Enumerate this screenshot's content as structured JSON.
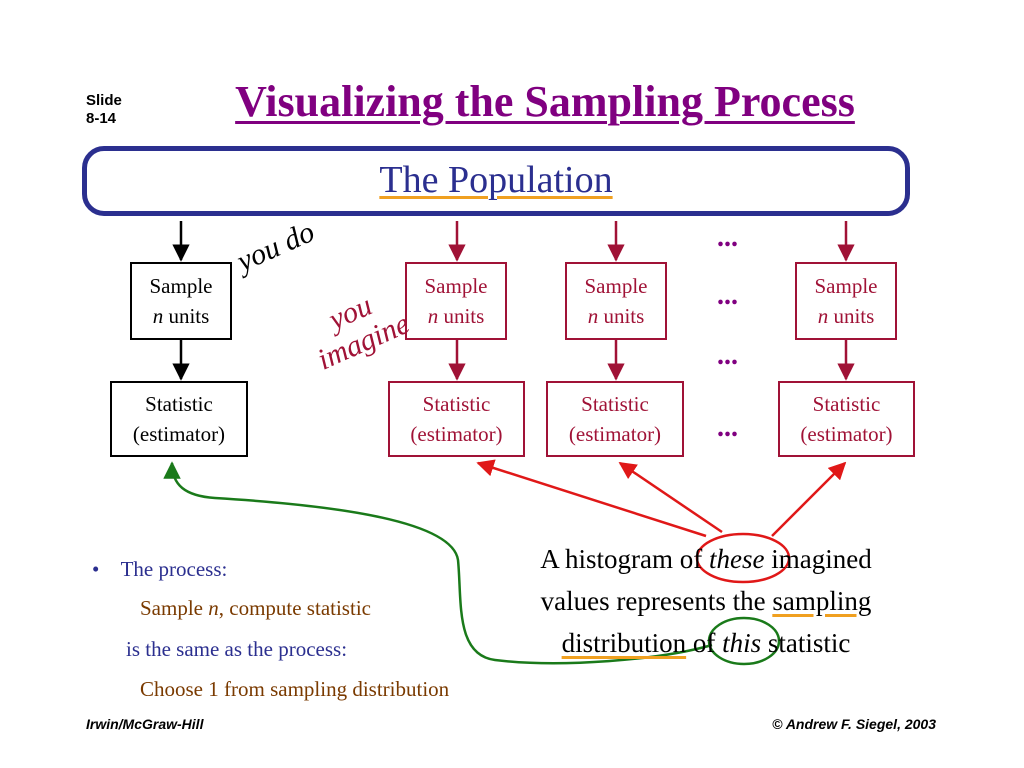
{
  "slide": {
    "line1": "Slide",
    "line2": "8-14"
  },
  "title": "Visualizing the Sampling Process",
  "population": "The Population",
  "you_do": "you do",
  "you_imagine": {
    "line1": "you",
    "line2": "imagine"
  },
  "sample": {
    "word": "Sample",
    "n": "n",
    "units": " units"
  },
  "statistic": {
    "line1": "Statistic",
    "line2": "(estimator)"
  },
  "dots": "...",
  "bullets": {
    "marker": "•",
    "line1": "The process:",
    "line2_a": "Sample ",
    "line2_n": "n",
    "line2_b": ", compute statistic",
    "line3": "is the same as the process:",
    "line4": "Choose 1 from sampling distribution"
  },
  "histogram": {
    "a": "A histogram of ",
    "these": "these",
    "b": " imagined",
    "c": "values represents the ",
    "sampling": "sampling",
    "distribution": "distribution",
    "d": " of ",
    "this": "this",
    "e": " statistic"
  },
  "footer": {
    "left": "Irwin/McGraw-Hill",
    "right": "© Andrew F. Siegel, 2003"
  },
  "colors": {
    "title": "#800080",
    "population": "#2b2f8f",
    "imagined": "#a01236",
    "bullets": "#2b2f8f",
    "bullet_sub": "#7a3a00",
    "green": "#1a7a1a",
    "red": "#e01818",
    "underline": "#f0a020"
  }
}
